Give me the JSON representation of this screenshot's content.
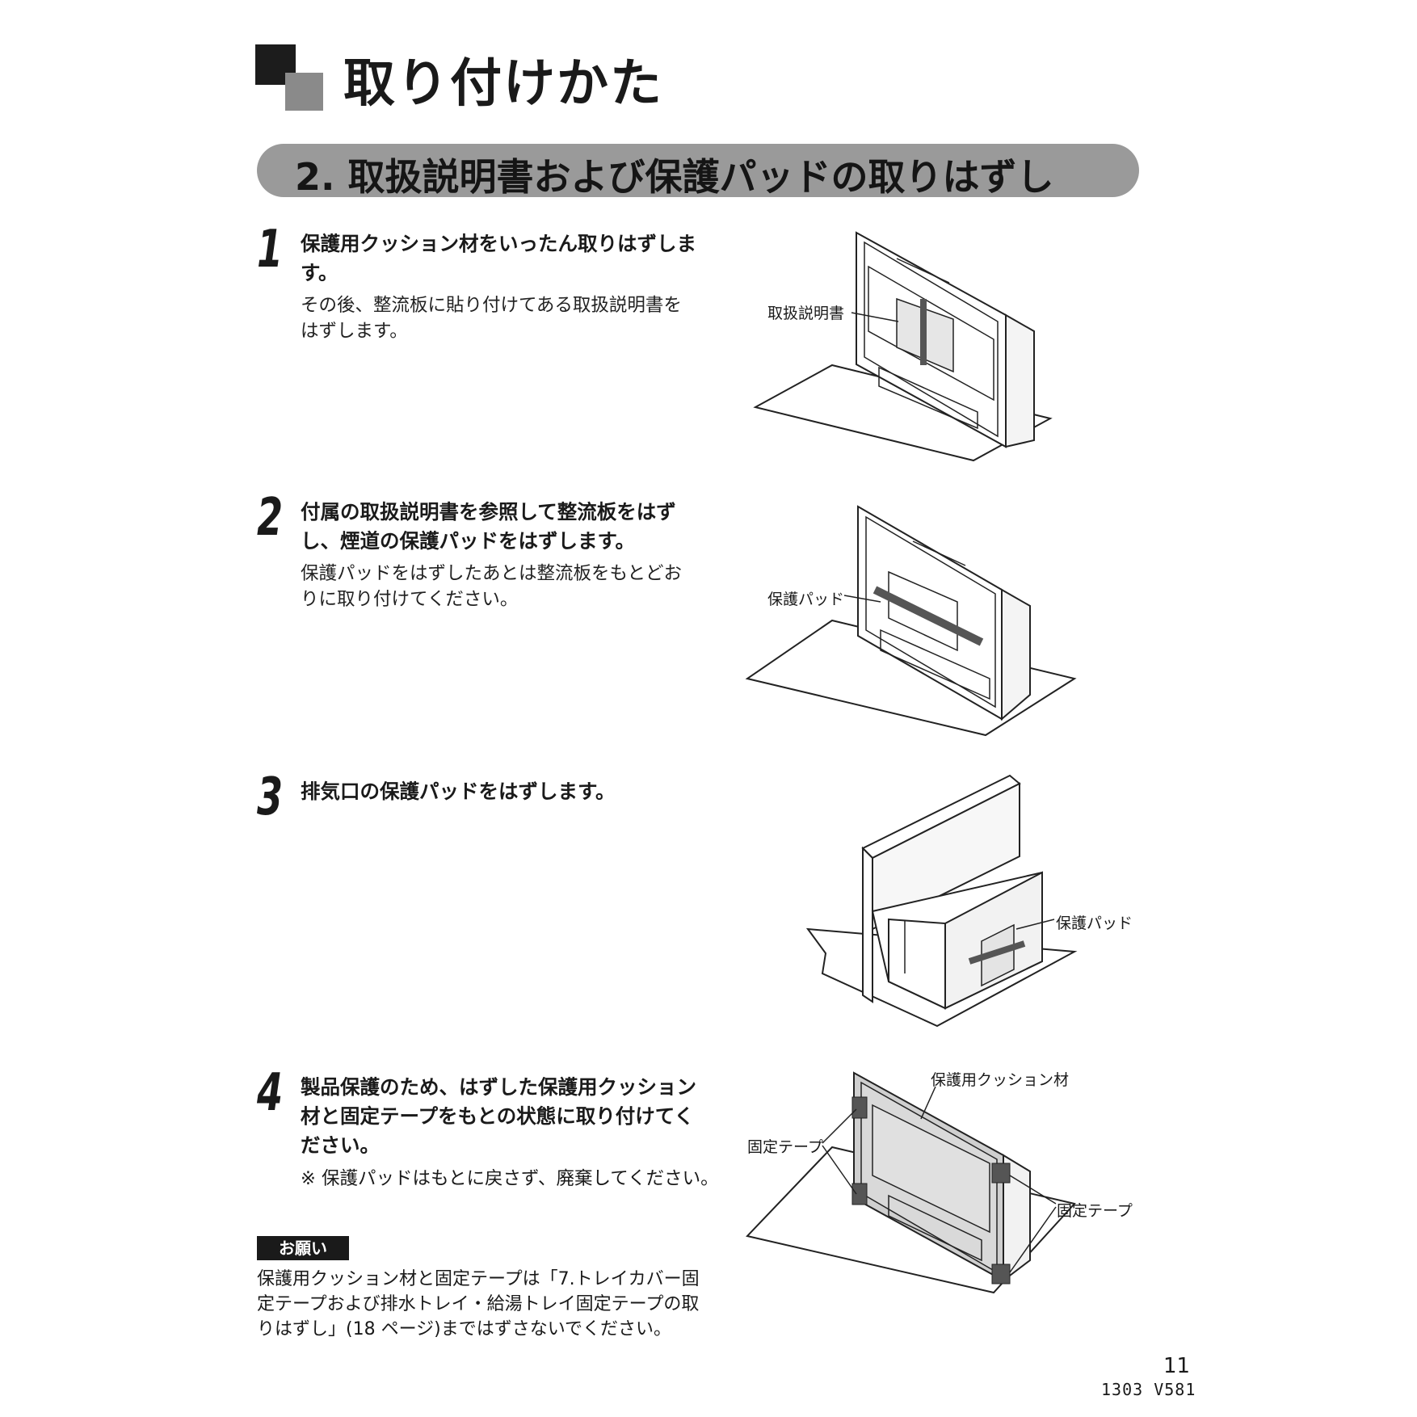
{
  "page_title": "取り付けかた",
  "section_title": "2. 取扱説明書および保護パッドの取りはずし",
  "steps": [
    {
      "number": "1",
      "heading": "保護用クッション材をいったん取りはずします。",
      "body": "その後、整流板に貼り付けてある取扱説明書をはずします。"
    },
    {
      "number": "2",
      "heading": "付属の取扱説明書を参照して整流板をはずし、煙道の保護パッドをはずします。",
      "body": "保護パッドをはずしたあとは整流板をもとどおりに取り付けてください。"
    },
    {
      "number": "3",
      "heading": "排気口の保護パッドをはずします。"
    },
    {
      "number": "4",
      "heading": "製品保護のため、はずした保護用クッション材と固定テープをもとの状態に取り付けてください。",
      "note": "※ 保護パッドはもとに戻さず、廃棄してください。"
    }
  ],
  "request": {
    "badge": "お願い",
    "text": "保護用クッション材と固定テープは「7.トレイカバー固定テープおよび排水トレイ・給湯トレイ固定テープの取りはずし」(18 ページ)まではずさないでください。"
  },
  "figures": {
    "fig1_label": "取扱説明書",
    "fig2_label": "保護パッド",
    "fig3_label": "保護パッド",
    "fig4_label_top": "保護用クッション材",
    "fig4_label_left": "固定テープ",
    "fig4_label_right": "固定テープ"
  },
  "footer": {
    "page_number": "11",
    "doc_code": "1303  V581"
  }
}
